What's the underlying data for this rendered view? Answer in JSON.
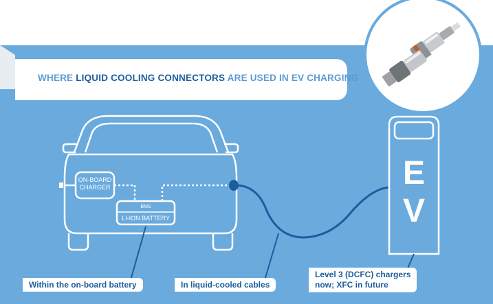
{
  "banner": {
    "prefix": "WHERE ",
    "highlight": "LIQUID COOLING CONNECTORS",
    "suffix": " ARE USED IN EV CHARGING"
  },
  "car": {
    "charger_line1": "ON-BOARD",
    "charger_line2": "CHARGER",
    "bms": "BMS",
    "battery": "LI-ION BATTERY"
  },
  "station": {
    "letter1": "E",
    "letter2": "V"
  },
  "callouts": {
    "battery": "Within the on-board battery",
    "cables": "In liquid-cooled cables",
    "chargers_line1": "Level 3 (DCFC) chargers",
    "chargers_line2": "now; XFC in future"
  },
  "colors": {
    "background": "#6aaadd",
    "accent": "#1c5d9e",
    "banner_text": "#5b9bd5"
  }
}
